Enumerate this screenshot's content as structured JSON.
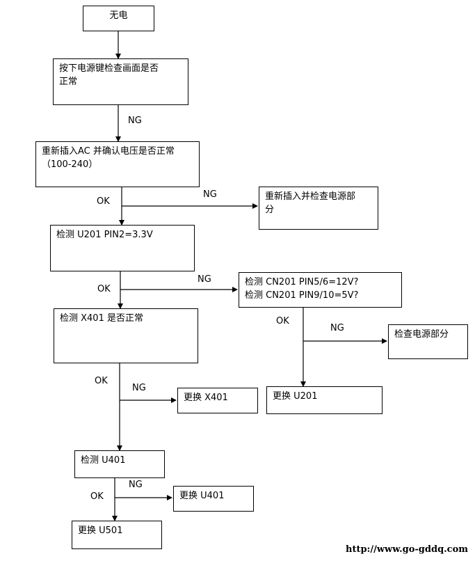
{
  "nodes": {
    "start": [
      "无电"
    ],
    "power_key": [
      "按下电源键检查画面是否",
      "正常"
    ],
    "reinsert_ac": [
      "重新插入AC 并确认电压是否正常",
      "（100-240）"
    ],
    "reinsert_check_power": [
      "重新插入并检查电源部",
      "分"
    ],
    "check_u201": [
      "检测 U201 PIN2=3.3V"
    ],
    "check_cn201": [
      "检测  CN201 PIN5/6=12V?",
      "检测 CN201 PIN9/10=5V?"
    ],
    "check_x401": [
      "检测 X401  是否正常"
    ],
    "check_power": [
      "检查电源部分"
    ],
    "replace_x401": [
      "更换  X401"
    ],
    "replace_u201": [
      "更换  U201"
    ],
    "check_u401": [
      "检测  U401"
    ],
    "replace_u401": [
      "更换  U401"
    ],
    "replace_u501": [
      "更换  U501"
    ]
  },
  "edge_labels": {
    "ng_power_key": "NG",
    "ok_ac": "OK",
    "ng_ac": "NG",
    "ok_u201": "OK",
    "ng_u201": "NG",
    "ok_cn201": "OK",
    "ng_cn201": "NG",
    "ok_x401": "OK",
    "ng_x401": "NG",
    "ng_u401": "NG",
    "ok_u401": "OK"
  },
  "watermark": "http://www.go-gddq.com"
}
